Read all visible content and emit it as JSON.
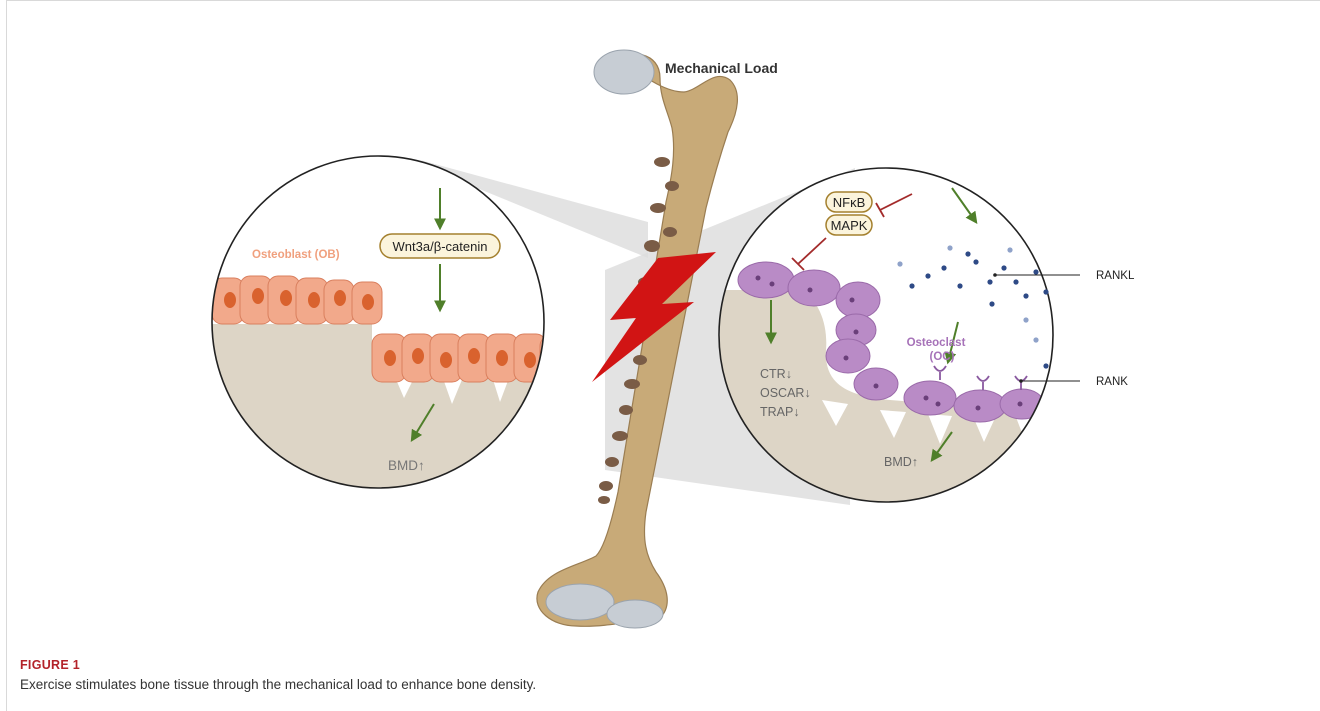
{
  "figure": {
    "title": "Mechanical Load",
    "left_panel": {
      "cell_label": "Osteoblast (OB)",
      "pathway_label": "Wnt3a/β-catenin",
      "outcome_label": "BMD↑"
    },
    "right_panel": {
      "inhibitor_1": "NFκB",
      "inhibitor_2": "MAPK",
      "ligand_label": "RANKL",
      "receptor_label": "RANK",
      "cell_label_line1": "Osteoclast",
      "cell_label_line2": "(OC)",
      "marker_1": "CTR↓",
      "marker_2": "OSCAR↓",
      "marker_3": "TRAP↓",
      "outcome_label": "BMD↑"
    }
  },
  "caption": {
    "label": "FIGURE 1",
    "text": "Exercise stimulates bone tissue through the mechanical load to enhance bone density."
  },
  "colors": {
    "bone": "#c8aa78",
    "bone_spots": "#7a5c46",
    "cartilage": "#c7cdd4",
    "tissue": "#ddd5c6",
    "osteoblast": "#f2a98b",
    "osteoclast": "#b98bc6",
    "activation_arrow": "#4f7f2a",
    "inhibition": "#a32b2b",
    "lightning": "#d11414",
    "ligand": "#2e4a86",
    "pathway_box_fill": "#fbf4dc",
    "pathway_box_stroke": "#a4802e",
    "caption_label": "#b3232a"
  }
}
